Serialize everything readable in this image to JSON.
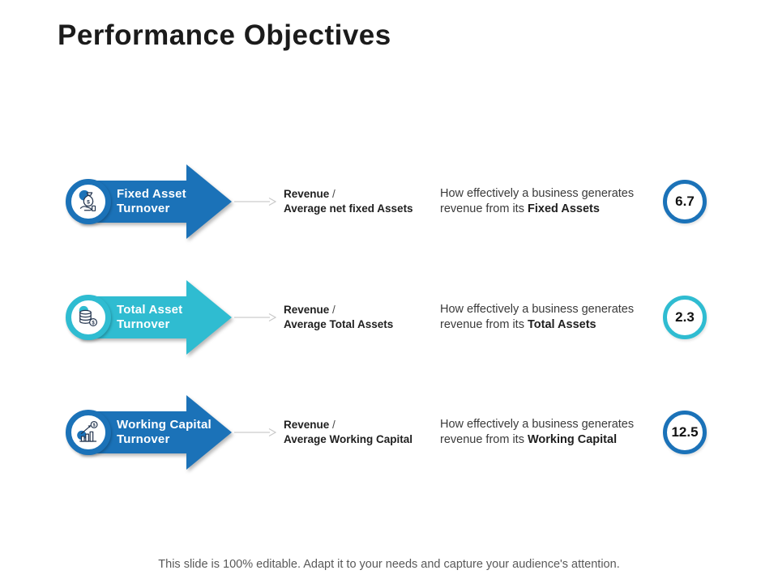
{
  "title": "Performance Objectives",
  "footer": "This slide is 100% editable. Adapt it to your needs and capture your audience's attention.",
  "colors": {
    "blue": "#1b72b8",
    "cyan": "#2fbcd1",
    "connector": "#bfbfbf",
    "title_text": "#1b1b1b",
    "footer_text": "#595959"
  },
  "rows": [
    {
      "id": "fixed-asset-turnover",
      "theme": "blue",
      "icon": "hand-money-bag-icon",
      "label_line1": "Fixed Asset",
      "label_line2": "Turnover",
      "formula_numerator": "Revenue",
      "formula_slash": "/",
      "formula_denominator": "Average net fixed Assets",
      "desc_line1": "How effectively a business generates",
      "desc_line2": "revenue from its",
      "desc_bold": "Fixed Assets",
      "value": "6.7"
    },
    {
      "id": "total-asset-turnover",
      "theme": "cyan",
      "icon": "coin-stack-icon",
      "label_line1": "Total Asset",
      "label_line2": "Turnover",
      "formula_numerator": "Revenue",
      "formula_slash": "/",
      "formula_denominator": "Average Total Assets",
      "desc_line1": "How effectively a business generates",
      "desc_line2": "revenue from its",
      "desc_bold": "Total Assets",
      "value": "2.3"
    },
    {
      "id": "working-capital-turnover",
      "theme": "blue",
      "icon": "growth-chart-coin-icon",
      "label_line1": "Working Capital",
      "label_line2": "Turnover",
      "formula_numerator": "Revenue",
      "formula_slash": "/",
      "formula_denominator": "Average Working Capital",
      "desc_line1": "How effectively a business generates",
      "desc_line2": "revenue from its",
      "desc_bold": "Working Capital",
      "value": "12.5"
    }
  ]
}
